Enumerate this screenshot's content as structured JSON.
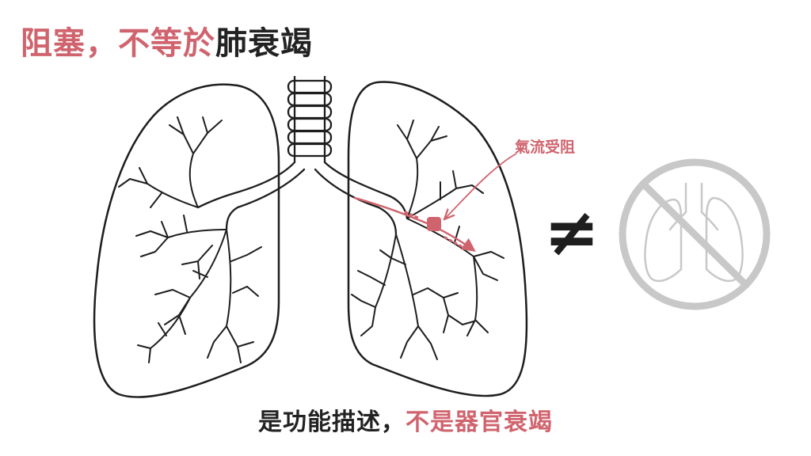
{
  "title": {
    "part_accent": "阻塞，不等於",
    "part_dark": "肺衰竭"
  },
  "annotation": {
    "label": "氣流受阻"
  },
  "symbol": {
    "not_equal": "≠"
  },
  "caption": {
    "part_dark": "是功能描述，",
    "part_accent": "不是器官衰竭"
  },
  "colors": {
    "accent": "#d0646e",
    "ink": "#1e1e1e",
    "muted": "#c8c8c8"
  },
  "icons": {
    "lungs": "lungs-diagram",
    "prohibited_lungs": "no-lungs-icon"
  }
}
